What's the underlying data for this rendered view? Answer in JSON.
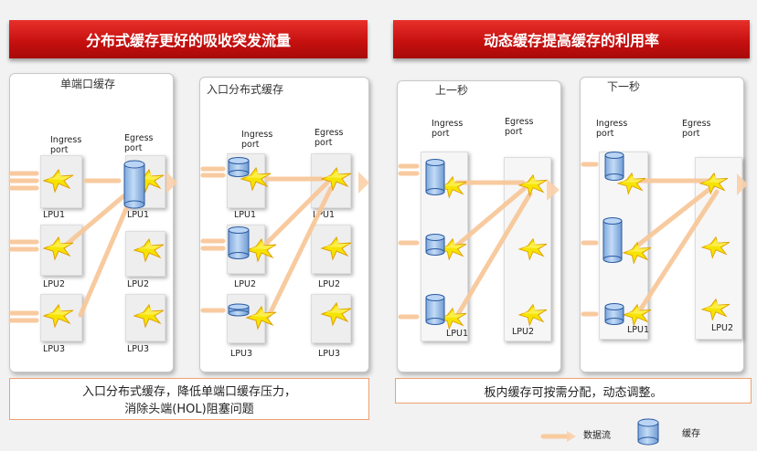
{
  "banners": {
    "left": "分布式缓存更好的吸收突发流量",
    "right": "动态缓存提高缓存的利用率"
  },
  "panels": {
    "p1": {
      "title": "单端口缓存",
      "ingress": "Ingress\nport",
      "egress": "Egress\nport",
      "lpu_left": [
        "LPU1",
        "LPU2",
        "LPU3"
      ],
      "lpu_right": [
        "LPU1",
        "LPU2",
        "LPU3"
      ]
    },
    "p2": {
      "title": "入口分布式缓存",
      "ingress": "Ingress\nport",
      "egress": "Egress\nport",
      "lpu_left": [
        "LPU1",
        "LPU2",
        "LPU3"
      ],
      "lpu_right": [
        "LPU1",
        "LPU2",
        "LPU3"
      ]
    },
    "p3": {
      "title": "上一秒",
      "ingress": "Ingress\nport",
      "egress": "Egress\nport",
      "lpu_left": "LPU1",
      "lpu_right": "LPU2"
    },
    "p4": {
      "title": "下一秒",
      "ingress": "Ingress\nport",
      "egress": "Egress\nport",
      "lpu_left": "LPU1",
      "lpu_right": "LPU2"
    }
  },
  "captions": {
    "left_line1": "入口分布式缓存，降低单端口缓存压力，",
    "left_line2": "消除头端(HOL)阻塞问题",
    "right": "板内缓存可按需分配，动态调整。"
  },
  "legend": {
    "flow": "数据流",
    "buffer": "缓存"
  },
  "colors": {
    "banner": "#c8100f",
    "flow_arrow": "#f8c89a",
    "chip": "#f4e000",
    "buffer": "#a9c8ec"
  }
}
